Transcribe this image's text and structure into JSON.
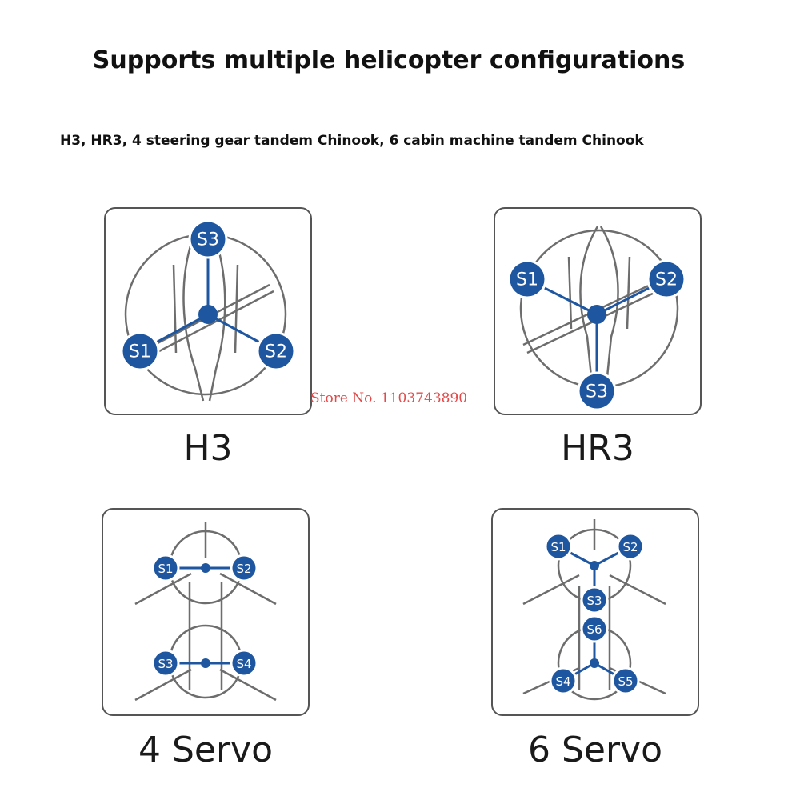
{
  "title": "Supports multiple helicopter configurations",
  "subtitle": "H3, HR3, 4 steering gear tandem Chinook, 6 cabin machine tandem Chinook",
  "watermark": "Store No. 1103743890",
  "colors": {
    "accent": "#1e56a0",
    "outline": "#6d6d6d",
    "watermark": "#e24b4b"
  },
  "panels": {
    "h3": {
      "caption": "H3",
      "servos": {
        "s1": "S1",
        "s2": "S2",
        "s3": "S3"
      }
    },
    "hr3": {
      "caption": "HR3",
      "servos": {
        "s1": "S1",
        "s2": "S2",
        "s3": "S3"
      }
    },
    "servo4": {
      "caption": "4 Servo",
      "servos": {
        "s1": "S1",
        "s2": "S2",
        "s3": "S3",
        "s4": "S4"
      }
    },
    "servo6": {
      "caption": "6 Servo",
      "servos": {
        "s1": "S1",
        "s2": "S2",
        "s3": "S3",
        "s4": "S4",
        "s5": "S5",
        "s6": "S6"
      }
    }
  }
}
